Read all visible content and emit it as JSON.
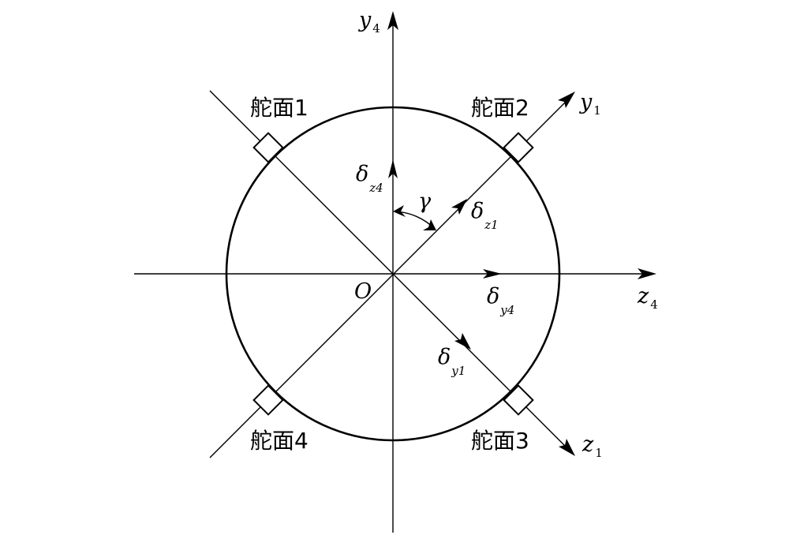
{
  "origin_label": "O",
  "axes": {
    "y4": {
      "sym": "y",
      "sub": "4"
    },
    "z4": {
      "sym": "z",
      "sub": "4"
    },
    "y1": {
      "sym": "y",
      "sub": "1"
    },
    "z1": {
      "sym": "z",
      "sub": "1"
    }
  },
  "vectors": {
    "delta_z4": {
      "sym": "δ",
      "sub": "z4"
    },
    "delta_z1": {
      "sym": "δ",
      "sub": "z1"
    },
    "delta_y4": {
      "sym": "δ",
      "sub": "y4"
    },
    "delta_y1": {
      "sym": "δ",
      "sub": "y1"
    }
  },
  "angle_label": "γ",
  "fins": [
    {
      "label": "舵面1"
    },
    {
      "label": "舵面2"
    },
    {
      "label": "舵面3"
    },
    {
      "label": "舵面4"
    }
  ]
}
